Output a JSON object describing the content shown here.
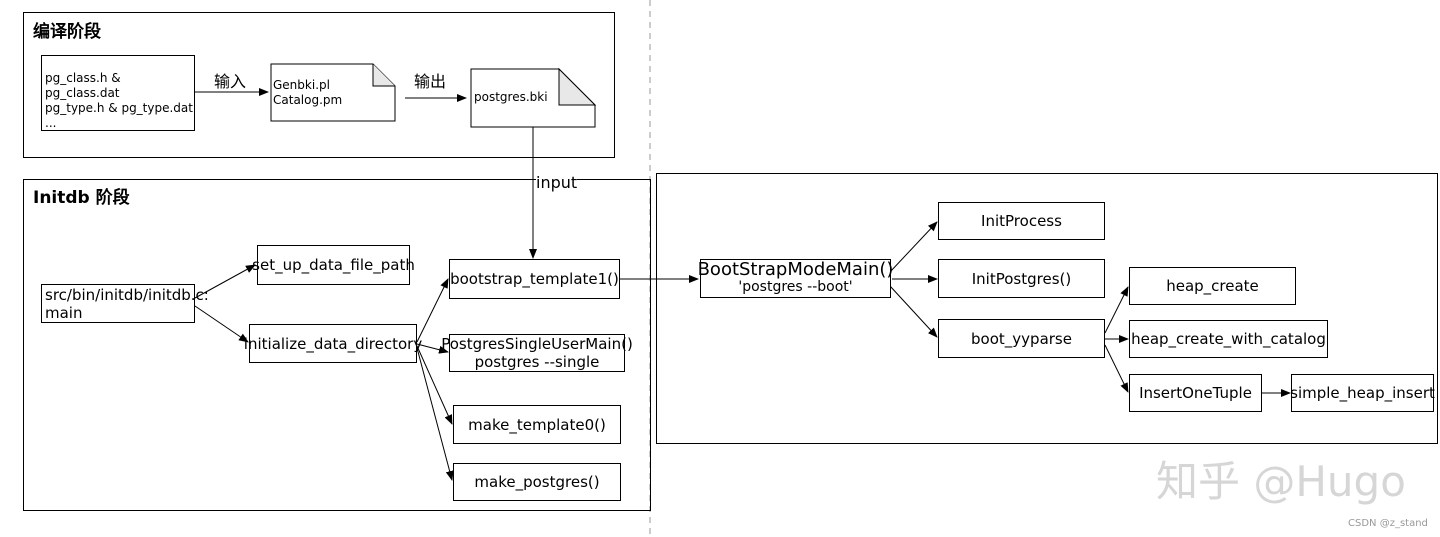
{
  "compile_stage": {
    "title": "编译阶段",
    "headers_lines": [
      "pg_class.h & pg_class.dat",
      "pg_type.h & pg_type.dat",
      "..."
    ],
    "input_label": "输入",
    "scripts_lines": [
      "Genbki.pl",
      "Catalog.pm"
    ],
    "output_label": "输出",
    "bki_file": "postgres.bki"
  },
  "initdb_stage": {
    "title": "Initdb 阶段",
    "input_label": "input",
    "main_lines": [
      "src/bin/initdb/initdb.c:",
      "main"
    ],
    "set_up_data_file_path": "set_up_data_file_path",
    "initialize_data_directory": "initialize_data_directory",
    "bootstrap_template1": "bootstrap_template1()",
    "single_user_lines": [
      "PostgresSingleUserMain()",
      "postgres --single"
    ],
    "make_template0": "make_template0()",
    "make_postgres": "make_postgres()"
  },
  "bootstrap_stage": {
    "main_title": "BootStrapModeMain()",
    "main_sub": "'postgres --boot'",
    "init_process": "InitProcess",
    "init_postgres": "InitPostgres()",
    "boot_yyparse": "boot_yyparse",
    "heap_create": "heap_create",
    "heap_create_with_catalog": "heap_create_with_catalog",
    "insert_one_tuple": "InsertOneTuple",
    "simple_heap_insert": "simple_heap_insert"
  },
  "watermark": "知乎 @Hugo",
  "credit": "CSDN @z_stand"
}
